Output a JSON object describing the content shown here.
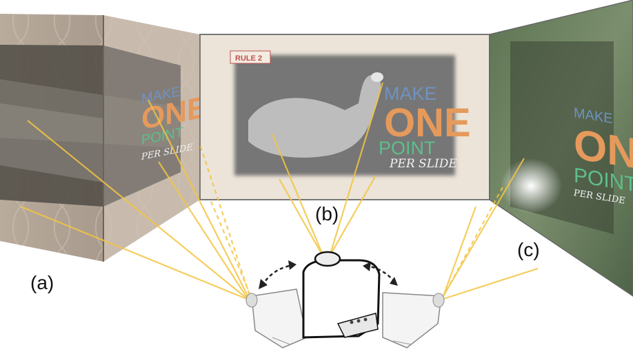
{
  "labels": {
    "a": "(a)",
    "b": "(b)",
    "c": "(c)"
  },
  "slide": {
    "tag": "RULE 2",
    "line1": "MAKE",
    "line2": "ONE",
    "line3": "POINT",
    "line4": "PER SLIDE"
  },
  "colors": {
    "make": "#6f93c1",
    "one": "#e59a5c",
    "point": "#5ebf8a",
    "per": "#f2f2f2",
    "rule_tag": "#c0504d",
    "light_ray": "#f4c542",
    "arrow": "#222222"
  },
  "icons": [
    "projector-icon",
    "rotation-arrow-icon"
  ]
}
